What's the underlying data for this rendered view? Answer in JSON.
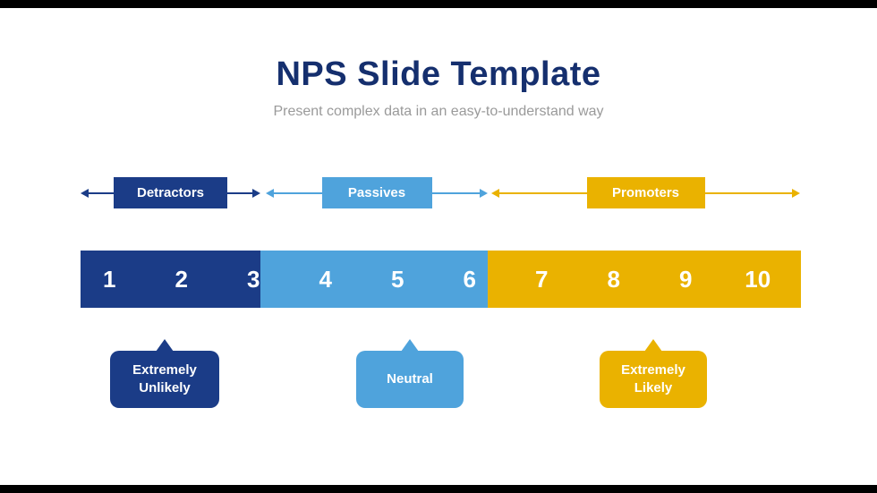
{
  "header": {
    "title": "NPS Slide Template",
    "subtitle": "Present complex data in an easy-to-understand way"
  },
  "categories": [
    {
      "label": "Detractors",
      "color": "#1B3C87"
    },
    {
      "label": "Passives",
      "color": "#4FA3DC"
    },
    {
      "label": "Promoters",
      "color": "#EAB200"
    }
  ],
  "scale": {
    "values": [
      "1",
      "2",
      "3",
      "4",
      "5",
      "6",
      "7",
      "8",
      "9",
      "10"
    ]
  },
  "callouts": [
    {
      "label": "Extremely Unlikely",
      "color": "#1B3C87"
    },
    {
      "label": "Neutral",
      "color": "#4FA3DC"
    },
    {
      "label": "Extremely Likely",
      "color": "#EAB200"
    }
  ],
  "colors": {
    "title": "#152F6E",
    "subtitle": "#9A9A9A",
    "letterbox": "#000000",
    "background": "#FFFFFF"
  }
}
